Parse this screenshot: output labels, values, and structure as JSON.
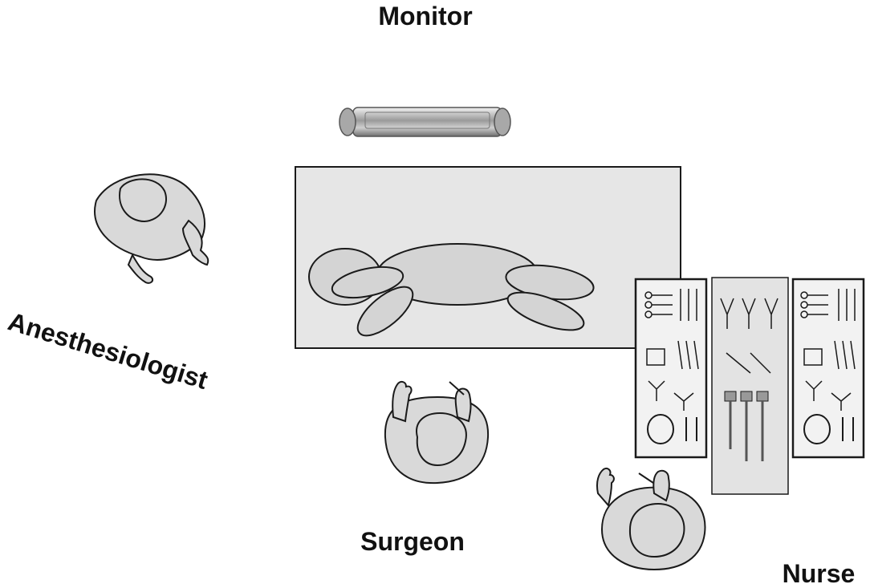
{
  "labels": {
    "monitor": "Monitor",
    "anesthesiologist": "Anesthesiologist",
    "surgeon": "Surgeon",
    "nurse": "Nurse"
  },
  "colors": {
    "figure_fill": "#d9d9d9",
    "table_fill": "#e6e6e6",
    "outline": "#1a1a1a",
    "label": "#111111"
  },
  "icons": {
    "monitor": "monitor-icon",
    "anesthesiologist": "person-topdown-icon",
    "surgeon": "person-topdown-icon",
    "nurse": "person-topdown-icon",
    "instruments": "surgical-instruments-icon"
  }
}
